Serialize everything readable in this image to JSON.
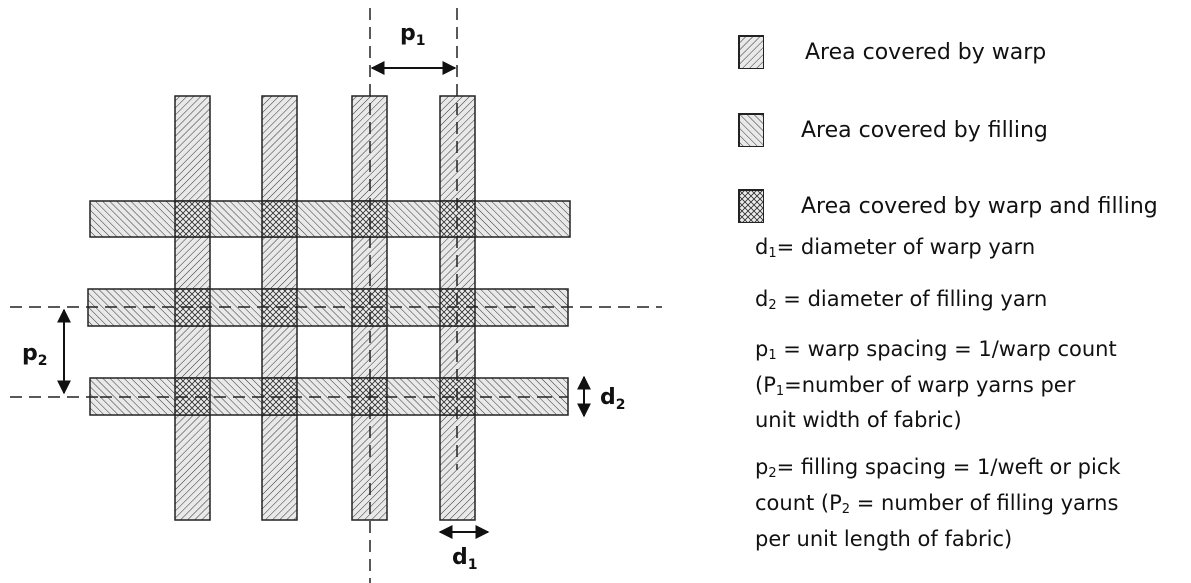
{
  "diagram": {
    "labels": {
      "p1": "p",
      "p1_sub": "1",
      "p2": "p",
      "p2_sub": "2",
      "d1": "d",
      "d1_sub": "1",
      "d2": "d",
      "d2_sub": "2"
    }
  },
  "legend": {
    "items": [
      {
        "label": "Area covered by warp",
        "pattern": "warp-hatch"
      },
      {
        "label": "Area covered by filling",
        "pattern": "filling-hatch"
      },
      {
        "label": "Area covered by warp and filling",
        "pattern": "crosshatch"
      }
    ]
  },
  "definitions": {
    "d1": {
      "sym": "d",
      "sub": "1",
      "text": "= diameter of warp yarn"
    },
    "d2": {
      "sym": "d",
      "sub": "2",
      "text": " = diameter of filling yarn"
    },
    "p1": {
      "sym": "p",
      "sub": "1",
      "text": " = warp spacing = 1/warp count"
    },
    "p1_note_pre": "(P",
    "p1_note_sub": "1",
    "p1_note_post": "=number of warp yarns per",
    "p1_note_line2": "unit width of fabric)",
    "p2": {
      "sym": "p",
      "sub": "2",
      "text": "= filling spacing = 1/weft or pick"
    },
    "p2_line2_pre": "count (P",
    "p2_line2_sub": "2",
    "p2_line2_post": " = number of filling yarns",
    "p2_line3": "per unit length of fabric)"
  },
  "colors": {
    "fill": "#e4e4e4",
    "stroke": "#222222"
  }
}
